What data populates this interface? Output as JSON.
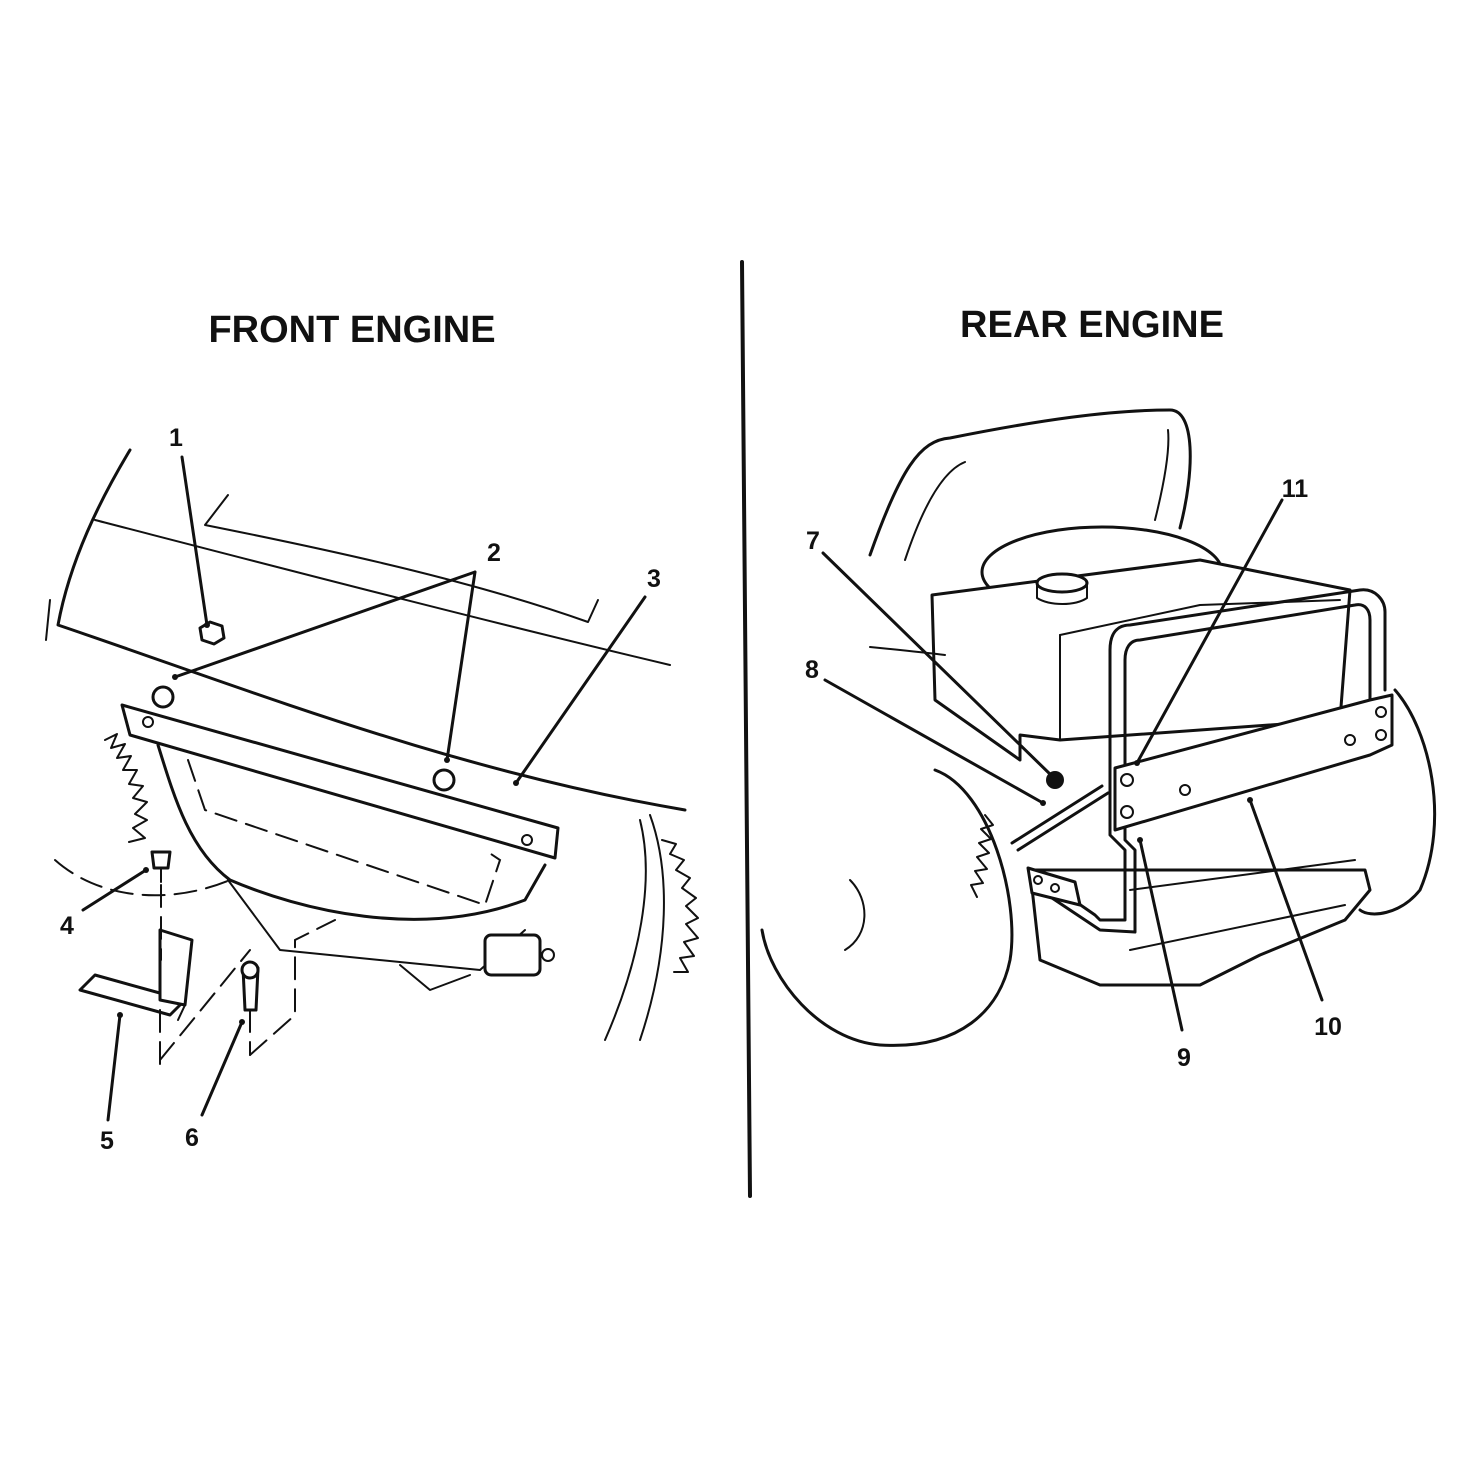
{
  "panels": {
    "left": {
      "title": "FRONT ENGINE"
    },
    "right": {
      "title": "REAR ENGINE"
    }
  },
  "callouts": [
    "1",
    "2",
    "3",
    "4",
    "5",
    "6",
    "7",
    "8",
    "9",
    "10",
    "11"
  ]
}
